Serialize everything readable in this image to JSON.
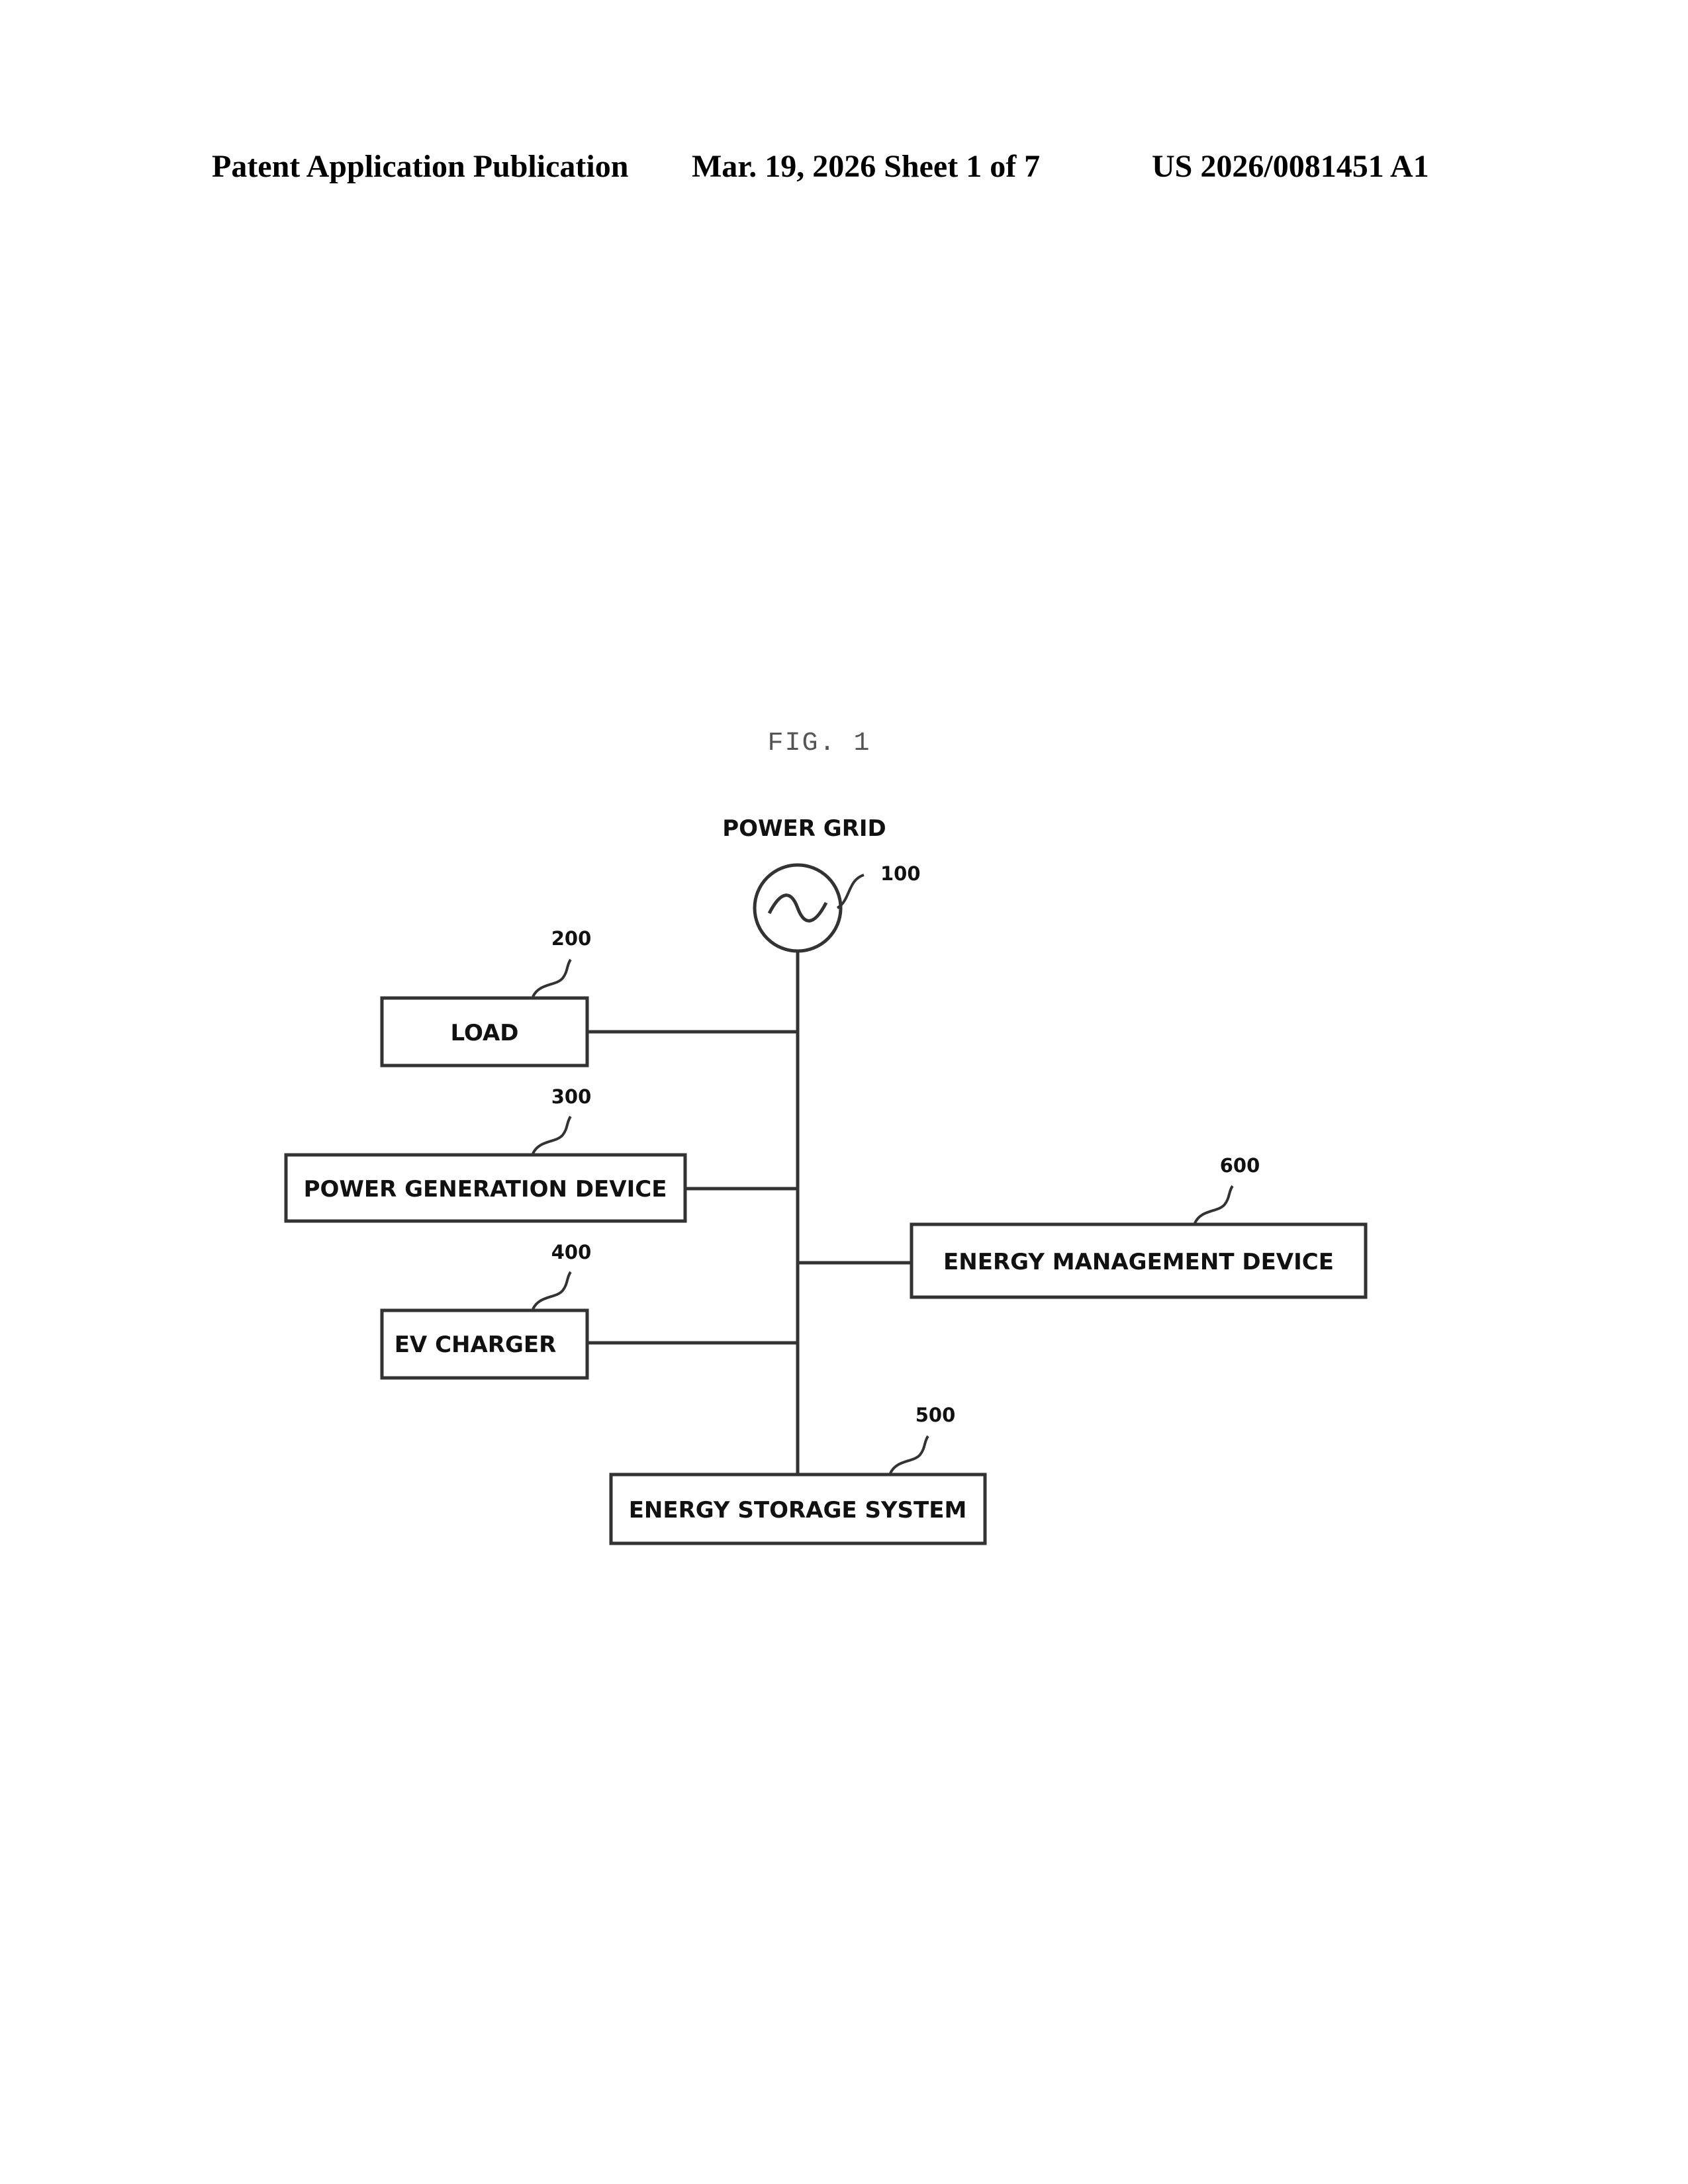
{
  "header": {
    "left": "Patent Application Publication",
    "middle": "Mar. 19, 2026  Sheet 1 of 7",
    "right": "US 2026/0081451 A1"
  },
  "figure": {
    "label": "FIG. 1",
    "power_grid": {
      "label": "POWER GRID",
      "ref": "100"
    },
    "load": {
      "label": "LOAD",
      "ref": "200"
    },
    "power_generation_device": {
      "label": "POWER GENERATION DEVICE",
      "ref": "300"
    },
    "ev_charger": {
      "label": "EV CHARGER",
      "ref": "400"
    },
    "energy_storage_system": {
      "label": "ENERGY STORAGE SYSTEM",
      "ref": "500"
    },
    "energy_management_device": {
      "label": "ENERGY MANAGEMENT DEVICE",
      "ref": "600"
    }
  }
}
